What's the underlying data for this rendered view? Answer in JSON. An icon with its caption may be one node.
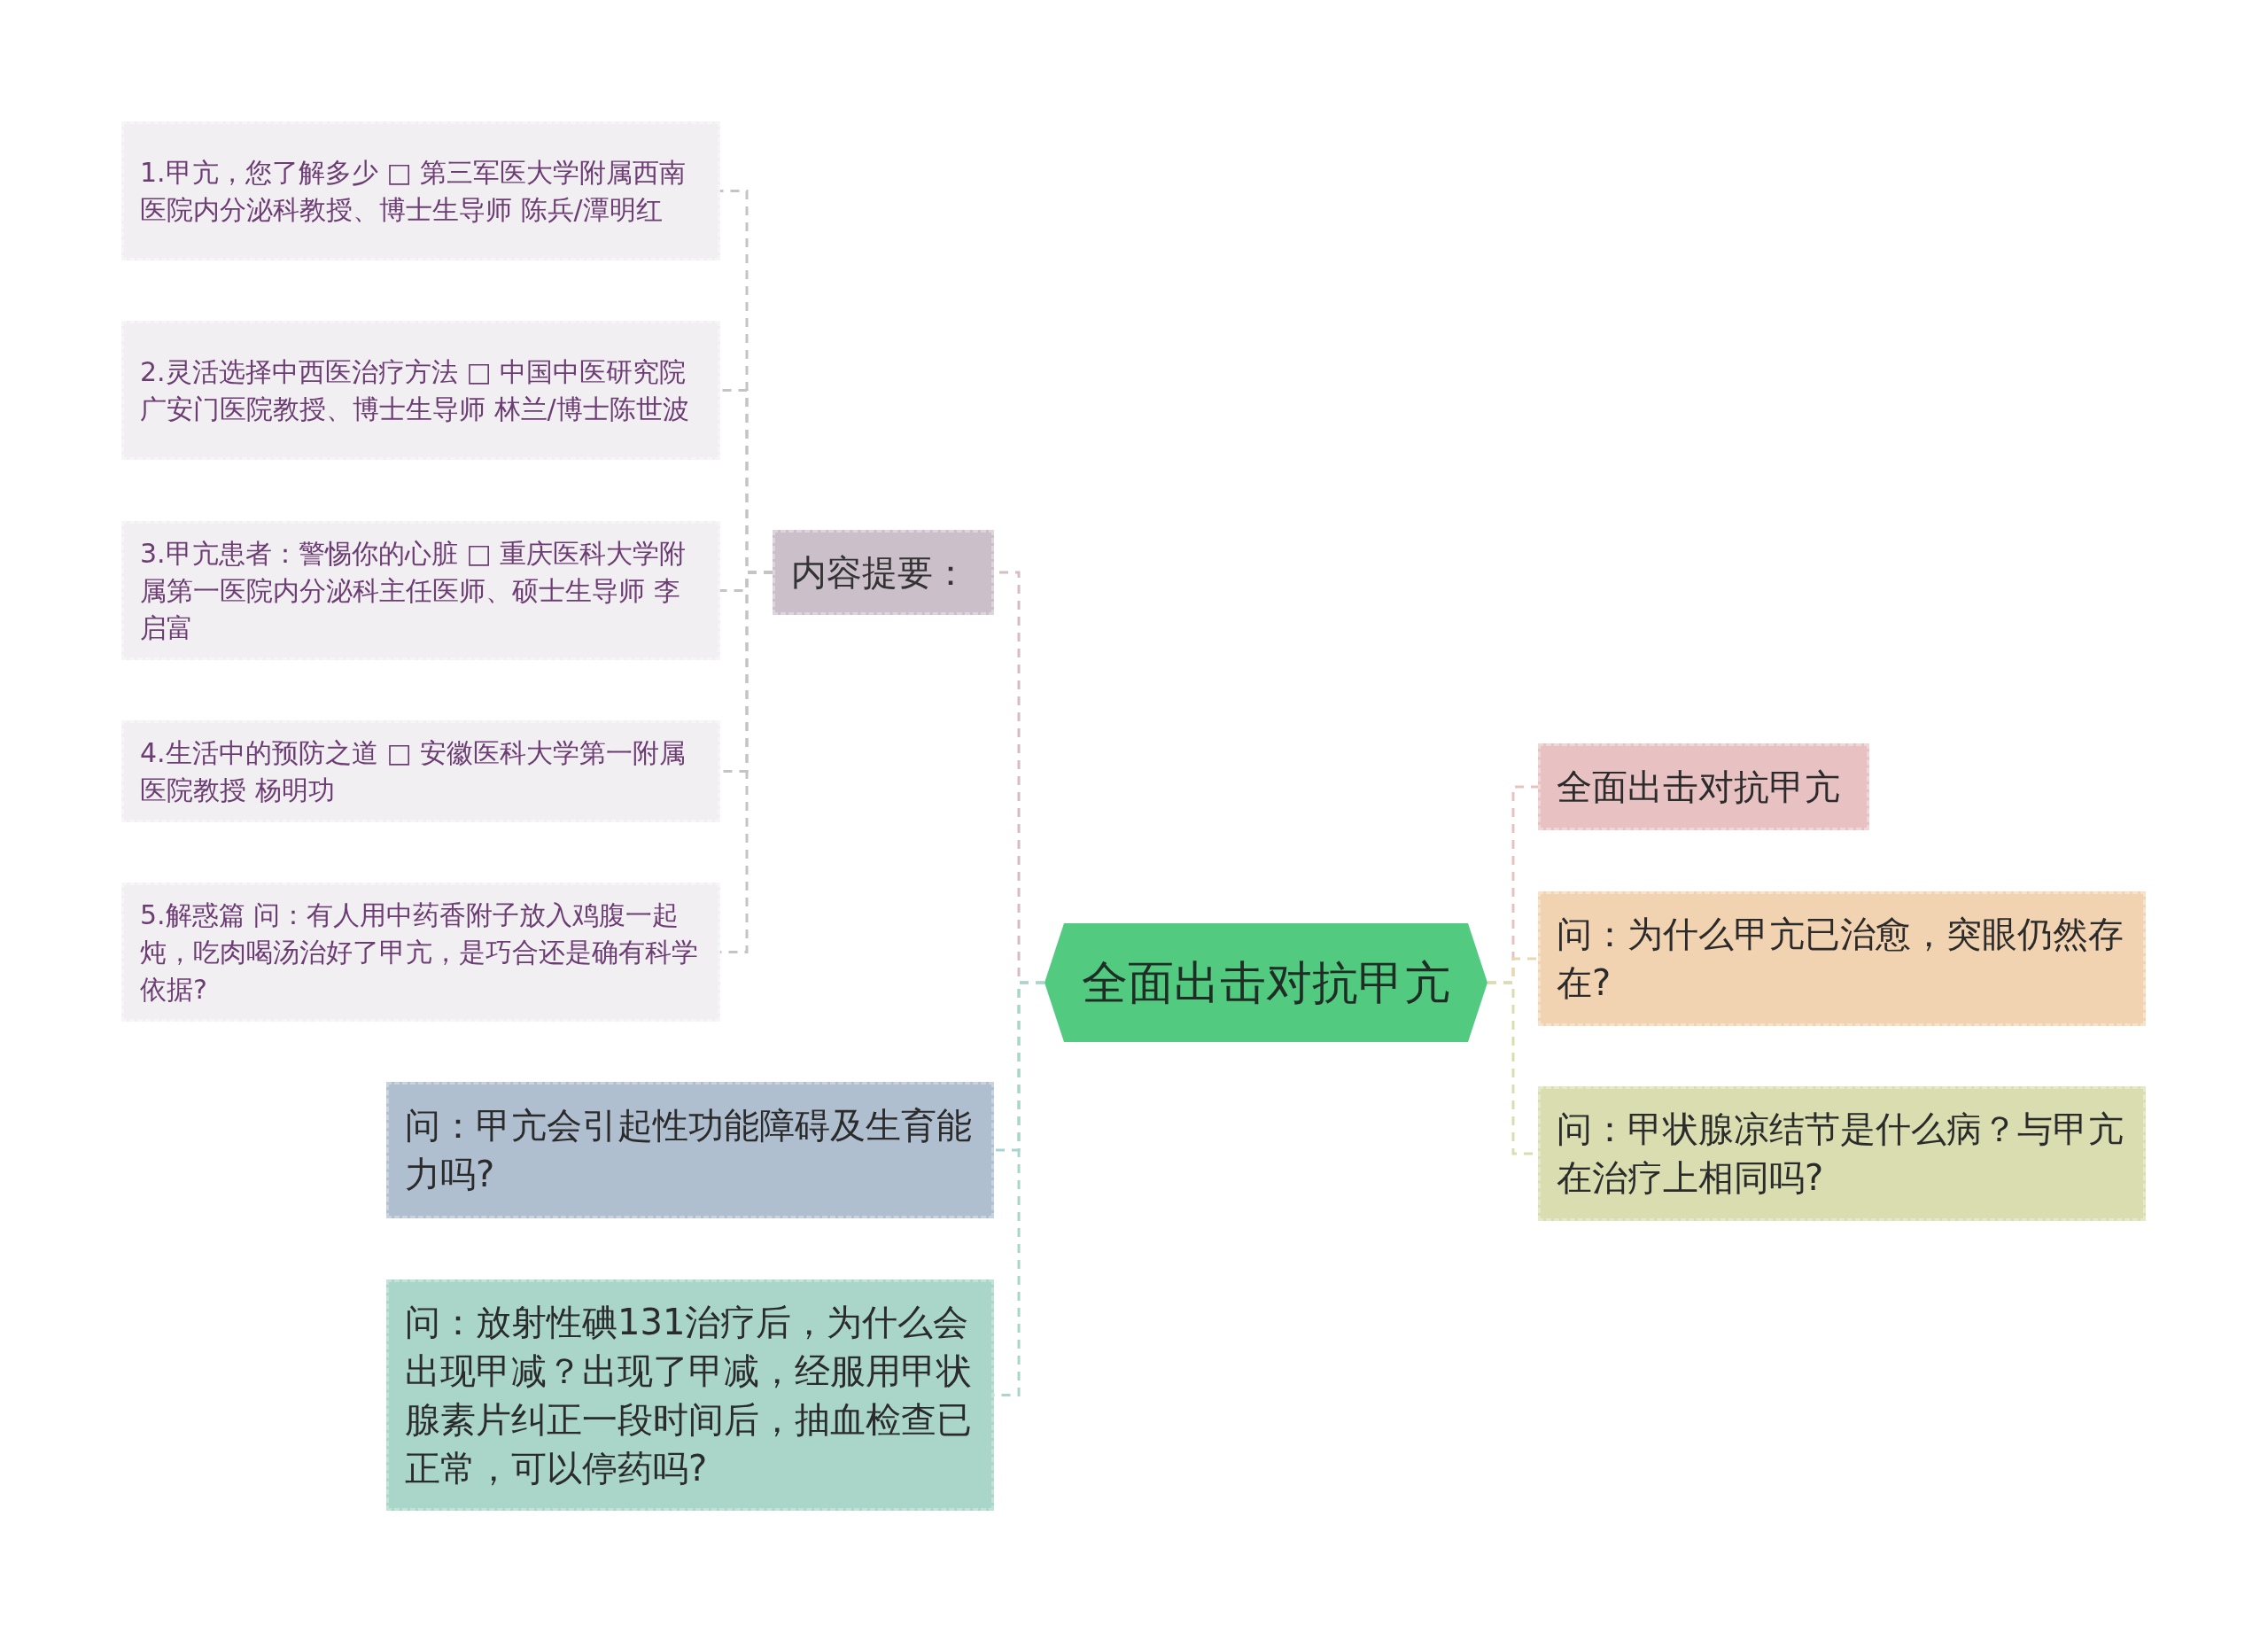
{
  "diagram": {
    "nodes": [
      {
        "text": [
          "全面出击对抗甲亢"
        ]
      },
      {
        "text": [
          "内容提要："
        ]
      },
      {
        "text": [
          "1.甲亢，您了解多少 □ 第三军医大学附属西南医院内分泌科教授、博士生导师 陈兵/潭明红"
        ]
      },
      {
        "text": [
          "2.灵活选择中西医治疗方法 □ 中国中医研究院广安门医院教授、博士生导师 林兰/博士陈世波"
        ]
      },
      {
        "text": [
          "3.甲亢患者：警惕你的心脏 □ 重庆医科大学附属第一医院内分泌科主任医师、硕士生导师 李启富"
        ]
      },
      {
        "text": [
          "4.生活中的预防之道 □ 安徽医科大学第一附属医院教授 杨明功"
        ]
      },
      {
        "text": [
          "5.解惑篇 问：有人用中药香附子放入鸡腹一起炖，吃肉喝汤治好了甲亢，是巧合还是确有科学依据?"
        ]
      },
      {
        "text": [
          "问：甲亢会引起性功能障碍及生育能力吗?"
        ]
      },
      {
        "text": [
          "问：放射性碘131治疗后，为什么会出现甲减？出现了甲减，经服用甲状腺素片纠正一段时间后，抽血检查已正常，可以停药吗?"
        ]
      },
      {
        "text": [
          "全面出击对抗甲亢"
        ]
      },
      {
        "text": [
          "问：为什么甲亢已治愈，突眼仍然存在?"
        ]
      },
      {
        "text": [
          "问：甲状腺凉结节是什么病？与甲亢在治疗上相同吗?"
        ]
      }
    ],
    "edges": [
      {
        "from": 0,
        "to": 1,
        "arrow": "none",
        "style": "dashed",
        "color": "#d6bcc6"
      },
      {
        "from": 1,
        "to": 2,
        "arrow": "none",
        "style": "dashed",
        "color": "#c4c4c4"
      },
      {
        "from": 1,
        "to": 3,
        "arrow": "none",
        "style": "dashed",
        "color": "#c4c4c4"
      },
      {
        "from": 1,
        "to": 4,
        "arrow": "none",
        "style": "dashed",
        "color": "#c4c4c4"
      },
      {
        "from": 1,
        "to": 5,
        "arrow": "none",
        "style": "dashed",
        "color": "#c4c4c4"
      },
      {
        "from": 1,
        "to": 6,
        "arrow": "none",
        "style": "dashed",
        "color": "#c4c4c4"
      },
      {
        "from": 0,
        "to": 7,
        "arrow": "none",
        "style": "dashed",
        "color": "#a9d3d3"
      },
      {
        "from": 0,
        "to": 8,
        "arrow": "none",
        "style": "dashed",
        "color": "#a9d6c9"
      },
      {
        "from": 0,
        "to": 9,
        "arrow": "none",
        "style": "dashed",
        "color": "#e8c2c2"
      },
      {
        "from": 0,
        "to": 10,
        "arrow": "none",
        "style": "dashed",
        "color": "#e6d8b0"
      },
      {
        "from": 0,
        "to": 11,
        "arrow": "none",
        "style": "dashed",
        "color": "#d9ddb0"
      }
    ]
  }
}
